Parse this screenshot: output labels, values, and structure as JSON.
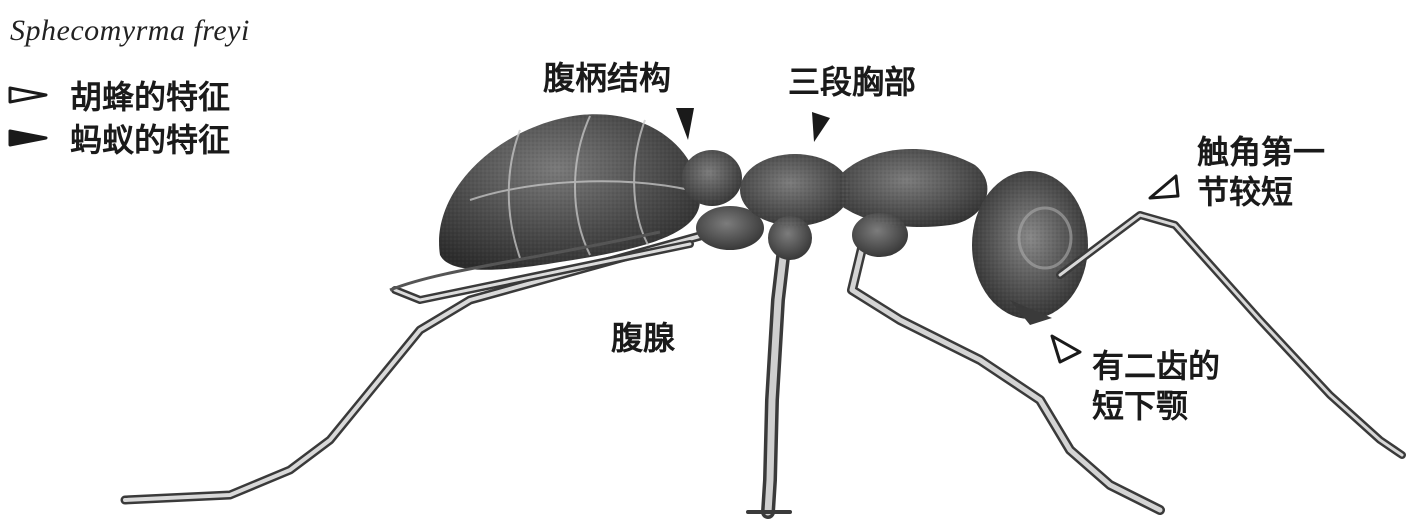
{
  "species_name": "Sphecomyrma freyi",
  "legend": {
    "items": [
      {
        "label": "胡蜂的特征",
        "marker": "open-triangle"
      },
      {
        "label": "蚂蚁的特征",
        "marker": "filled-triangle"
      }
    ]
  },
  "annotations": {
    "petiole": "腹柄结构",
    "thorax": "三段胸部",
    "antenna_line1": "触角第一",
    "antenna_line2": "节较短",
    "metapleural_gland": "腹腺",
    "mandible_line1": "有二齿的",
    "mandible_line2": "短下颚"
  },
  "colors": {
    "ink": "#1a1a1a",
    "body_dark": "#3a3a3a",
    "body_mid": "#5e5e5e",
    "background": "#ffffff"
  }
}
